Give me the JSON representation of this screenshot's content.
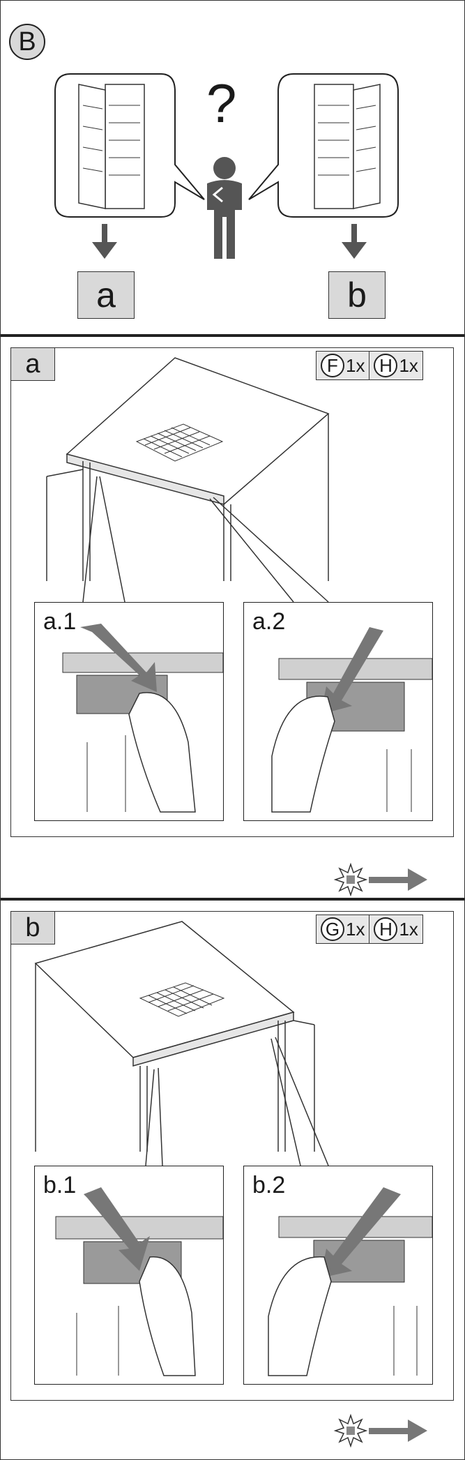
{
  "section_b_header": {
    "badge": "B",
    "question_mark": "?",
    "option_left": "a",
    "option_right": "b"
  },
  "section_a": {
    "tag": "a",
    "parts": [
      {
        "letter": "F",
        "qty": "1x"
      },
      {
        "letter": "H",
        "qty": "1x"
      }
    ],
    "steps": [
      {
        "label": "a.1"
      },
      {
        "label": "a.2"
      }
    ],
    "next_icon": "burst-arrow-icon"
  },
  "section_b": {
    "tag": "b",
    "parts": [
      {
        "letter": "G",
        "qty": "1x"
      },
      {
        "letter": "H",
        "qty": "1x"
      }
    ],
    "steps": [
      {
        "label": "b.1"
      },
      {
        "label": "b.2"
      }
    ],
    "next_icon": "burst-arrow-icon"
  },
  "colors": {
    "panel_gray": "#d9d9d9",
    "arrow_gray": "#777777",
    "line": "#222222"
  }
}
